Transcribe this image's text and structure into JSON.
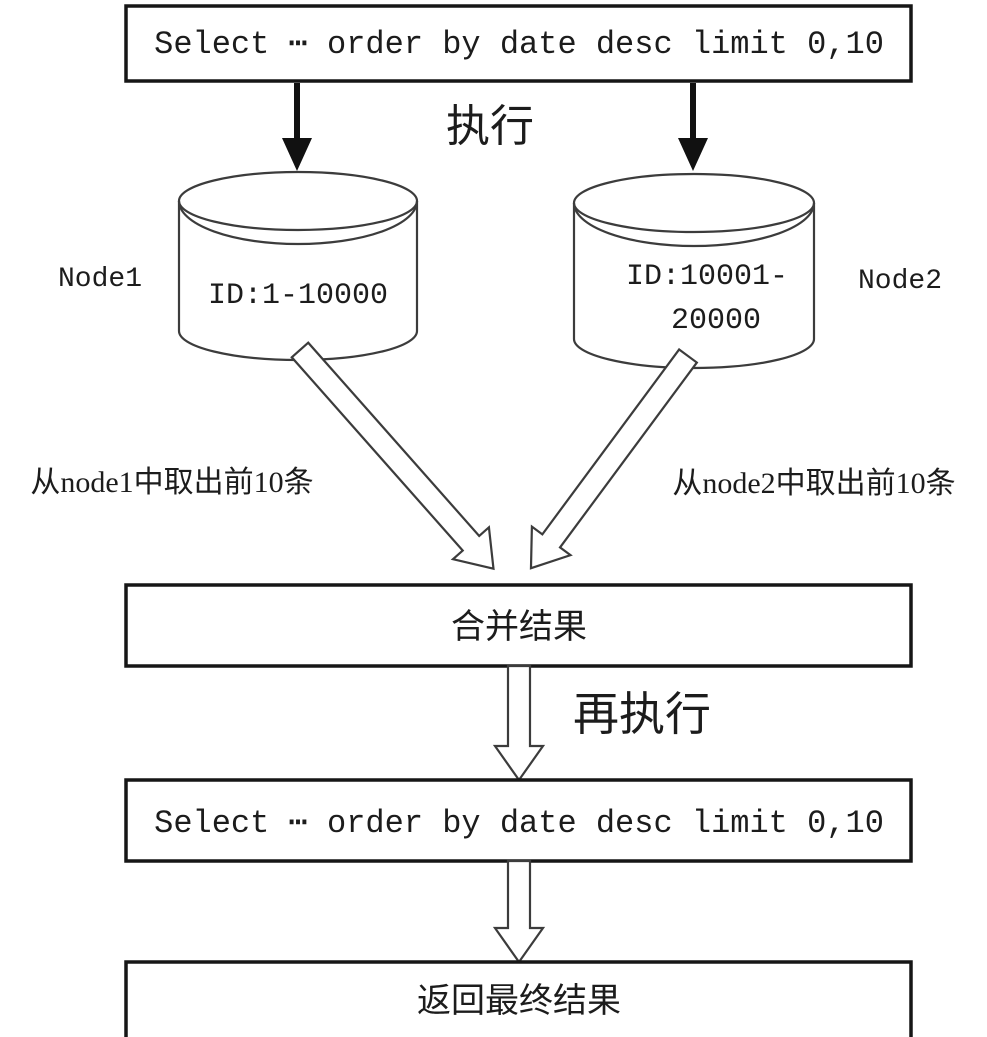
{
  "diagram": {
    "title_semantic": "sharded-query-limit-merge-flow",
    "colors": {
      "background": "#ffffff",
      "box_border": "#161616",
      "shape_line": "#3c3c3c",
      "text": "#1c1c1c"
    },
    "boxes": {
      "top_query": "Select ⋯ order by date desc limit 0,10",
      "merge": "合并结果",
      "re_query": "Select ⋯ order by date desc limit 0,10",
      "final": "返回最终结果"
    },
    "labels": {
      "execute": "执行",
      "re_execute": "再执行",
      "fetch_node1": "从node1中取出前10条",
      "fetch_node2": "从node2中取出前10条"
    },
    "nodes": {
      "node1": {
        "name": "Node1",
        "id_range": "ID:1-10000"
      },
      "node2": {
        "name": "Node2",
        "id_range_line1": "ID:10001-",
        "id_range_line2": "20000"
      }
    }
  }
}
